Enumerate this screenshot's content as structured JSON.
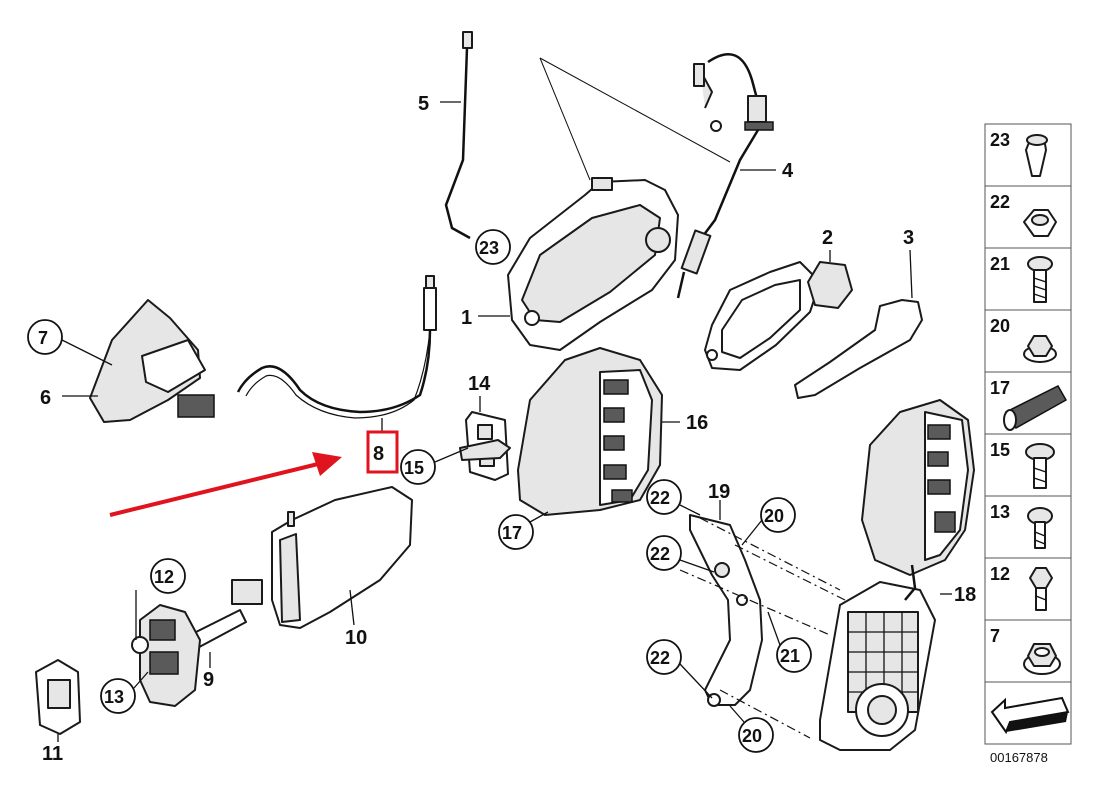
{
  "labels": {
    "p1": "1",
    "p2": "2",
    "p3": "3",
    "p4": "4",
    "p5": "5",
    "p6": "6",
    "p7": "7",
    "p8": "8",
    "p9": "9",
    "p10": "10",
    "p11": "11",
    "p12": "12",
    "p13": "13",
    "p14": "14",
    "p15": "15",
    "p16": "16",
    "p17": "17",
    "p18": "18",
    "p19": "19",
    "p20": "20",
    "p21": "21",
    "p22": "22",
    "p23": "23"
  },
  "legend": {
    "items": [
      "23",
      "22",
      "21",
      "20",
      "17",
      "15",
      "13",
      "12",
      "7"
    ]
  },
  "catalog_number": "00167878",
  "colors": {
    "highlight_box": "#e0141e",
    "arrow": "#e0141e",
    "line": "#111111"
  },
  "highlight": {
    "target_label": "8"
  }
}
